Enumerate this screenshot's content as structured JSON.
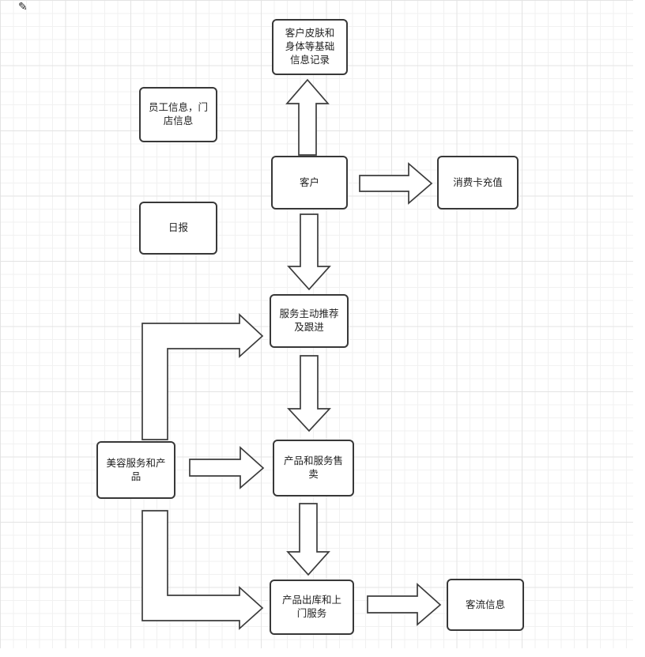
{
  "canvas": {
    "background": "#ffffff",
    "grid_minor_color": "#f1f1f1",
    "grid_major_color": "#e3e3e3",
    "shape_stroke": "#3c3c3c",
    "shape_fill": "#ffffff",
    "marker_icon": "✎"
  },
  "nodes": [
    {
      "id": "customer-info-record",
      "label": "客户皮肤和身体等基础信息记录"
    },
    {
      "id": "employee-store-info",
      "label": "员工信息，门店信息"
    },
    {
      "id": "customer",
      "label": "客户"
    },
    {
      "id": "card-recharge",
      "label": "消费卡充值"
    },
    {
      "id": "daily-report",
      "label": "日报"
    },
    {
      "id": "service-recommend",
      "label": "服务主动推荐及跟进"
    },
    {
      "id": "beauty-services",
      "label": "美容服务和产品"
    },
    {
      "id": "product-sales",
      "label": "产品和服务售卖"
    },
    {
      "id": "product-outbound",
      "label": "产品出库和上门服务"
    },
    {
      "id": "customer-flow",
      "label": "客流信息"
    }
  ],
  "arrows": [
    {
      "from": "customer",
      "to": "customer-info-record",
      "direction": "up"
    },
    {
      "from": "customer",
      "to": "card-recharge",
      "direction": "right"
    },
    {
      "from": "customer",
      "to": "service-recommend",
      "direction": "down"
    },
    {
      "from": "service-recommend",
      "to": "product-sales",
      "direction": "down"
    },
    {
      "from": "beauty-services",
      "to": "service-recommend",
      "direction": "up-then-right"
    },
    {
      "from": "beauty-services",
      "to": "product-sales",
      "direction": "right"
    },
    {
      "from": "product-sales",
      "to": "product-outbound",
      "direction": "down"
    },
    {
      "from": "beauty-services",
      "to": "product-outbound",
      "direction": "down-then-right"
    },
    {
      "from": "product-outbound",
      "to": "customer-flow",
      "direction": "right"
    }
  ]
}
